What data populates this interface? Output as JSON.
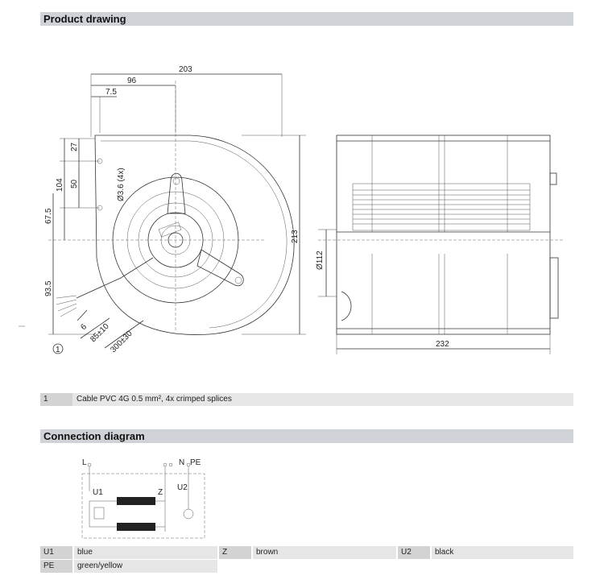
{
  "sections": {
    "product_drawing": "Product drawing",
    "connection_diagram": "Connection diagram"
  },
  "dimensions": {
    "d203": "203",
    "d96": "96",
    "d7_5": "7.5",
    "d27": "27",
    "d50": "50",
    "d104": "104",
    "d67_5": "67.5",
    "d93_5": "93.5",
    "d213": "213",
    "d6": "6",
    "d85": "85±10",
    "d300": "300±30",
    "hole": "Ø3.6 (4x)",
    "d112": "Ø112",
    "d232": "232",
    "callout1": "1"
  },
  "notes": [
    {
      "num": "1",
      "text": "Cable PVC 4G 0.5 mm², 4x crimped splices"
    }
  ],
  "wiring": {
    "L": "L",
    "N": "N",
    "PE": "PE",
    "U1": "U1",
    "U2": "U2",
    "Z": "Z"
  },
  "legend": [
    {
      "key": "U1",
      "value": "blue"
    },
    {
      "key": "Z",
      "value": "brown"
    },
    {
      "key": "U2",
      "value": "black"
    },
    {
      "key": "PE",
      "value": "green/yellow"
    }
  ]
}
